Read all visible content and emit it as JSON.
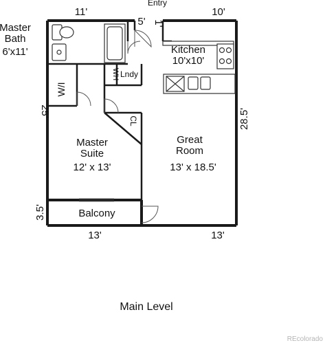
{
  "labels": {
    "entry": "Entry",
    "master_bath_line1": "Master",
    "master_bath_line2": "Bath",
    "master_bath_size": "6'x11'",
    "kitchen_name": "Kitchen",
    "kitchen_size": "10'x10'",
    "laundry": "Lndy",
    "water_heater": "WH",
    "walk_in": "W/I",
    "closet": "CL",
    "master_suite_line1": "Master",
    "master_suite_line2": "Suite",
    "master_suite_size": "12' x 13'",
    "great_room_line1": "Great",
    "great_room_line2": "Room",
    "great_room_size": "13' x 18.5'",
    "balcony": "Balcony"
  },
  "dimensions": {
    "top_left": "11'",
    "top_entry": "5'",
    "top_entry_small": "1'",
    "top_right": "10'",
    "left_side": "25'",
    "left_balcony": "3.5'",
    "right_side": "28.5'",
    "bottom_left": "13'",
    "bottom_right": "13'"
  },
  "caption": "Main Level",
  "watermark": "REcolorado",
  "colors": {
    "wall": "#1a1a1a",
    "fixture": "#333333"
  }
}
